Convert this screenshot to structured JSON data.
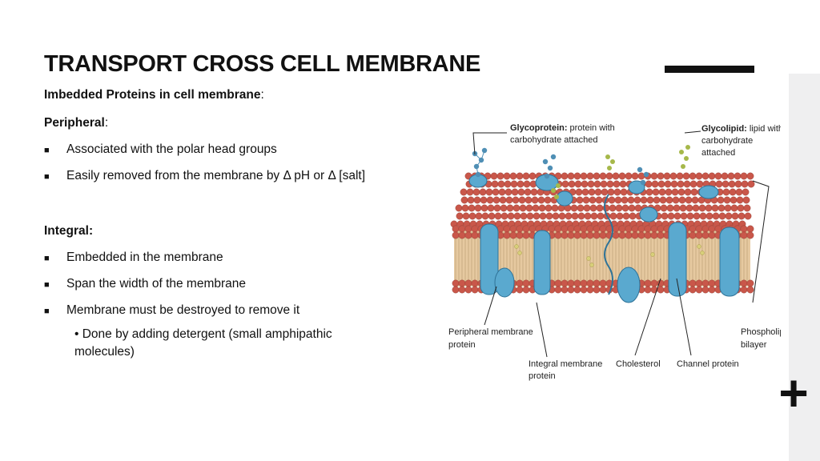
{
  "slide": {
    "title": "TRANSPORT CROSS CELL MEMBRANE",
    "intro_bold": "Imbedded Proteins in cell membrane",
    "intro_colon": ":",
    "peripheral": {
      "heading": "Peripheral",
      "colon": ":",
      "bullets": [
        "Associated with the polar head groups",
        "Easily removed from the membrane by Δ pH or  Δ [salt]"
      ]
    },
    "integral": {
      "heading": "Integral:",
      "bullets": [
        "Embedded in the membrane",
        "Span the width of the membrane",
        "Membrane must be destroyed to remove it"
      ],
      "sub_bullet": "• Done by adding detergent (small amphipathic molecules)"
    },
    "bullet_glyph": "■",
    "plus_glyph": "+"
  },
  "diagram": {
    "glycoprotein_bold": "Glycoprotein:",
    "glycoprotein_rest": "protein with",
    "glycoprotein_line2": "carbohydrate attached",
    "glycolipid_bold": "Glycolipid:",
    "glycolipid_rest": "lipid with",
    "glycolipid_line2": "carbohydrate",
    "glycolipid_line3": "attached",
    "peripheral_line1": "Peripheral membrane",
    "peripheral_line2": "protein",
    "integral_line1": "Integral membrane",
    "integral_line2": "protein",
    "cholesterol": "Cholesterol",
    "channel": "Channel protein",
    "phospholipid_line1": "Phospholipid",
    "phospholipid_line2": "bilayer",
    "colors": {
      "head": "#c9574a",
      "tail": "#e6c9a0",
      "protein": "#5aa9cf",
      "sugar": "#4f8fb5",
      "glycolipid_sugar": "#a6b84a",
      "cholesterol": "#d8cf7a"
    }
  }
}
